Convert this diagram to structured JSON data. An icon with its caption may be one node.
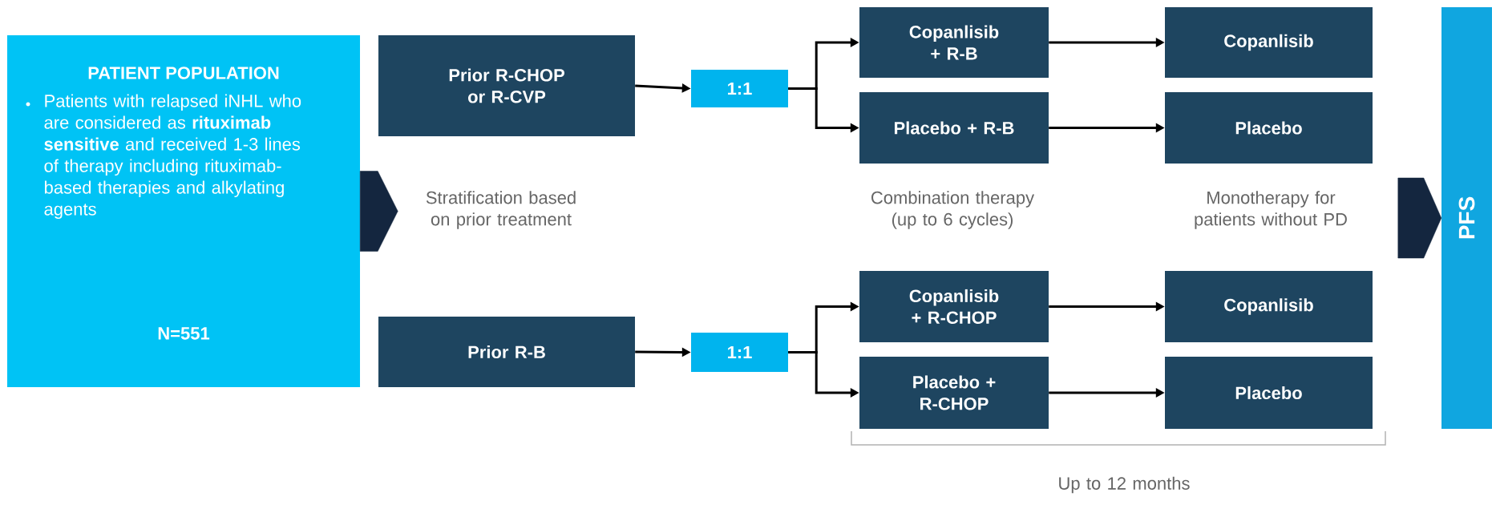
{
  "diagram": {
    "nodes": [
      {
        "text": [
          "PATIENT POPULATION",
          "Patients with relapsed iNHL who are considered as **rituximab sensitive** and received 1-3 lines of therapy including rituximab-based therapies and alkylating agents",
          "N=551"
        ]
      },
      {
        "text": [
          "Prior R-CHOP or R-CVP"
        ]
      },
      {
        "text": [
          "1:1"
        ]
      },
      {
        "text": [
          "Copanlisib + R-B"
        ]
      },
      {
        "text": [
          "Placebo + R-B"
        ]
      },
      {
        "text": [
          "Copanlisib"
        ]
      },
      {
        "text": [
          "Placebo"
        ]
      },
      {
        "text": [
          "Prior R-B"
        ]
      },
      {
        "text": [
          "1:1"
        ]
      },
      {
        "text": [
          "Copanlisib + R-CHOP"
        ]
      },
      {
        "text": [
          "Placebo + R-CHOP"
        ]
      },
      {
        "text": [
          "Copanlisib"
        ]
      },
      {
        "text": [
          "Placebo"
        ]
      },
      {
        "text": [
          "PFS"
        ]
      }
    ],
    "edges": [
      {
        "from": 1,
        "to": 2,
        "arrow": "to"
      },
      {
        "from": 2,
        "to": 3,
        "arrow": "to"
      },
      {
        "from": 2,
        "to": 4,
        "arrow": "to"
      },
      {
        "from": 3,
        "to": 5,
        "arrow": "to"
      },
      {
        "from": 4,
        "to": 6,
        "arrow": "to"
      },
      {
        "from": 7,
        "to": 8,
        "arrow": "to"
      },
      {
        "from": 8,
        "to": 9,
        "arrow": "to"
      },
      {
        "from": 8,
        "to": 10,
        "arrow": "to"
      },
      {
        "from": 9,
        "to": 11,
        "arrow": "to"
      },
      {
        "from": 10,
        "to": 12,
        "arrow": "to"
      },
      {
        "from": 0,
        "to": null,
        "arrow": "to",
        "style": "thick"
      },
      {
        "from": null,
        "to": 13,
        "arrow": "to",
        "style": "thick"
      }
    ],
    "labels": [
      "Stratification based on prior treatment",
      "Combination therapy (up to 6 cycles)",
      "Monotherapy for patients without PD",
      "Up to 12 months"
    ]
  }
}
